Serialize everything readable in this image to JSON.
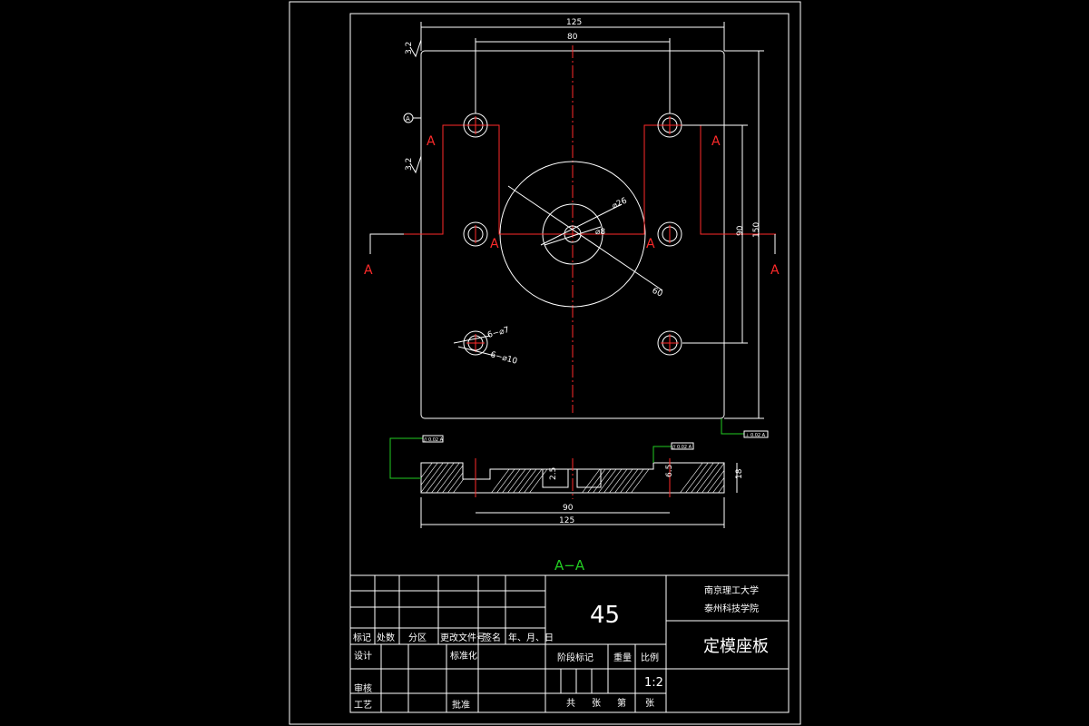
{
  "drawing": {
    "dimensions": {
      "top_width": "125",
      "hole_spacing_x": "80",
      "hole_spacing_y": "90",
      "height": "150",
      "dia_center_bore": "⌀26",
      "dia_center_hole": "⌀8",
      "dia_counterbore": "60",
      "hole_small": "6−⌀7",
      "hole_large": "6−⌀10",
      "roughness_top": "3.2",
      "roughness_mid": "3.2",
      "datum": "A",
      "section_width_inner": "90",
      "section_width_outer": "125",
      "section_depth_1": "2.5",
      "section_depth_2": "6.5",
      "section_thickness": "18"
    },
    "section_markers": [
      "A",
      "A",
      "A",
      "A",
      "A",
      "A"
    ],
    "section_title": "A−A",
    "tolerance_frames": [
      "⊥ 0.02 A",
      "// 0.02 A",
      "// 0.02 A"
    ]
  },
  "title_block": {
    "material": "45",
    "school_line1": "南京理工大学",
    "school_line2": "泰州科技学院",
    "part_name": "定模座板",
    "scale": "1:2",
    "headers": [
      "标记",
      "处数",
      "分区",
      "更改文件号",
      "签名",
      "年、月、日"
    ],
    "row_design": "设计",
    "row_standard": "标准化",
    "row_review": "审核",
    "row_process": "工艺",
    "row_approve": "批准",
    "stage_mark": "阶段标记",
    "weight": "重量",
    "ratio": "比例",
    "total": "共",
    "sheets": "张",
    "page": "第",
    "sheet": "张"
  }
}
